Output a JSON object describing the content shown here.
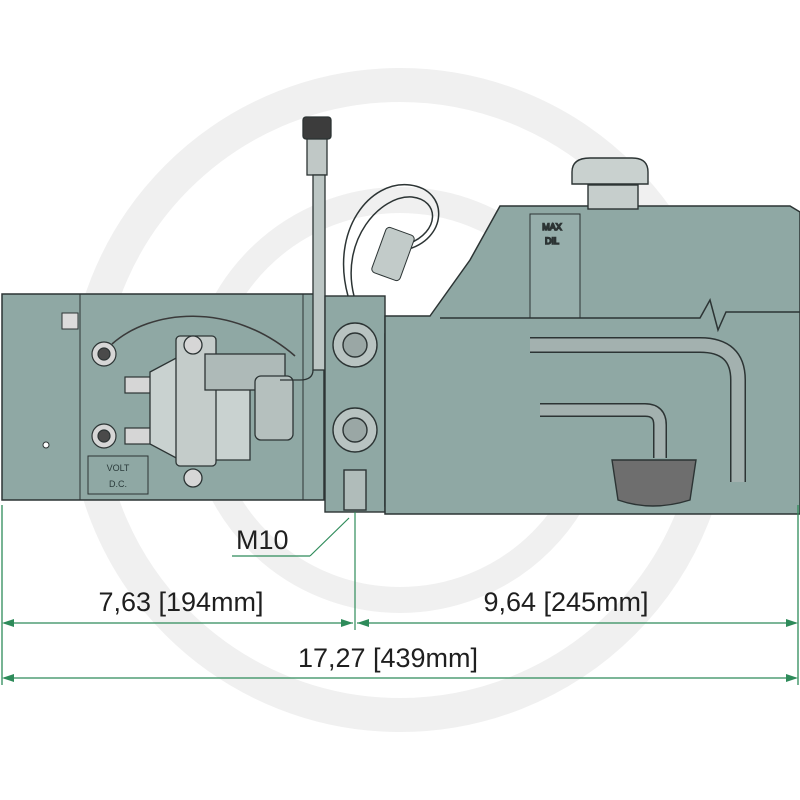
{
  "labels": {
    "thread": "M10",
    "reservoir_max": "MAX",
    "reservoir_fluid": "DIL",
    "voltage_line1": "VOLT",
    "voltage_line2": "D.C."
  },
  "dimensions": {
    "left_segment": "7,63 [194mm]",
    "right_segment": "9,64 [245mm]",
    "overall": "17,27 [439mm]"
  },
  "colors": {
    "body": "#8fa8a4",
    "body_dark": "#748e8a",
    "outline": "#2c3434",
    "dimension_line": "#2e8b5a",
    "watermark": "#efefef"
  }
}
